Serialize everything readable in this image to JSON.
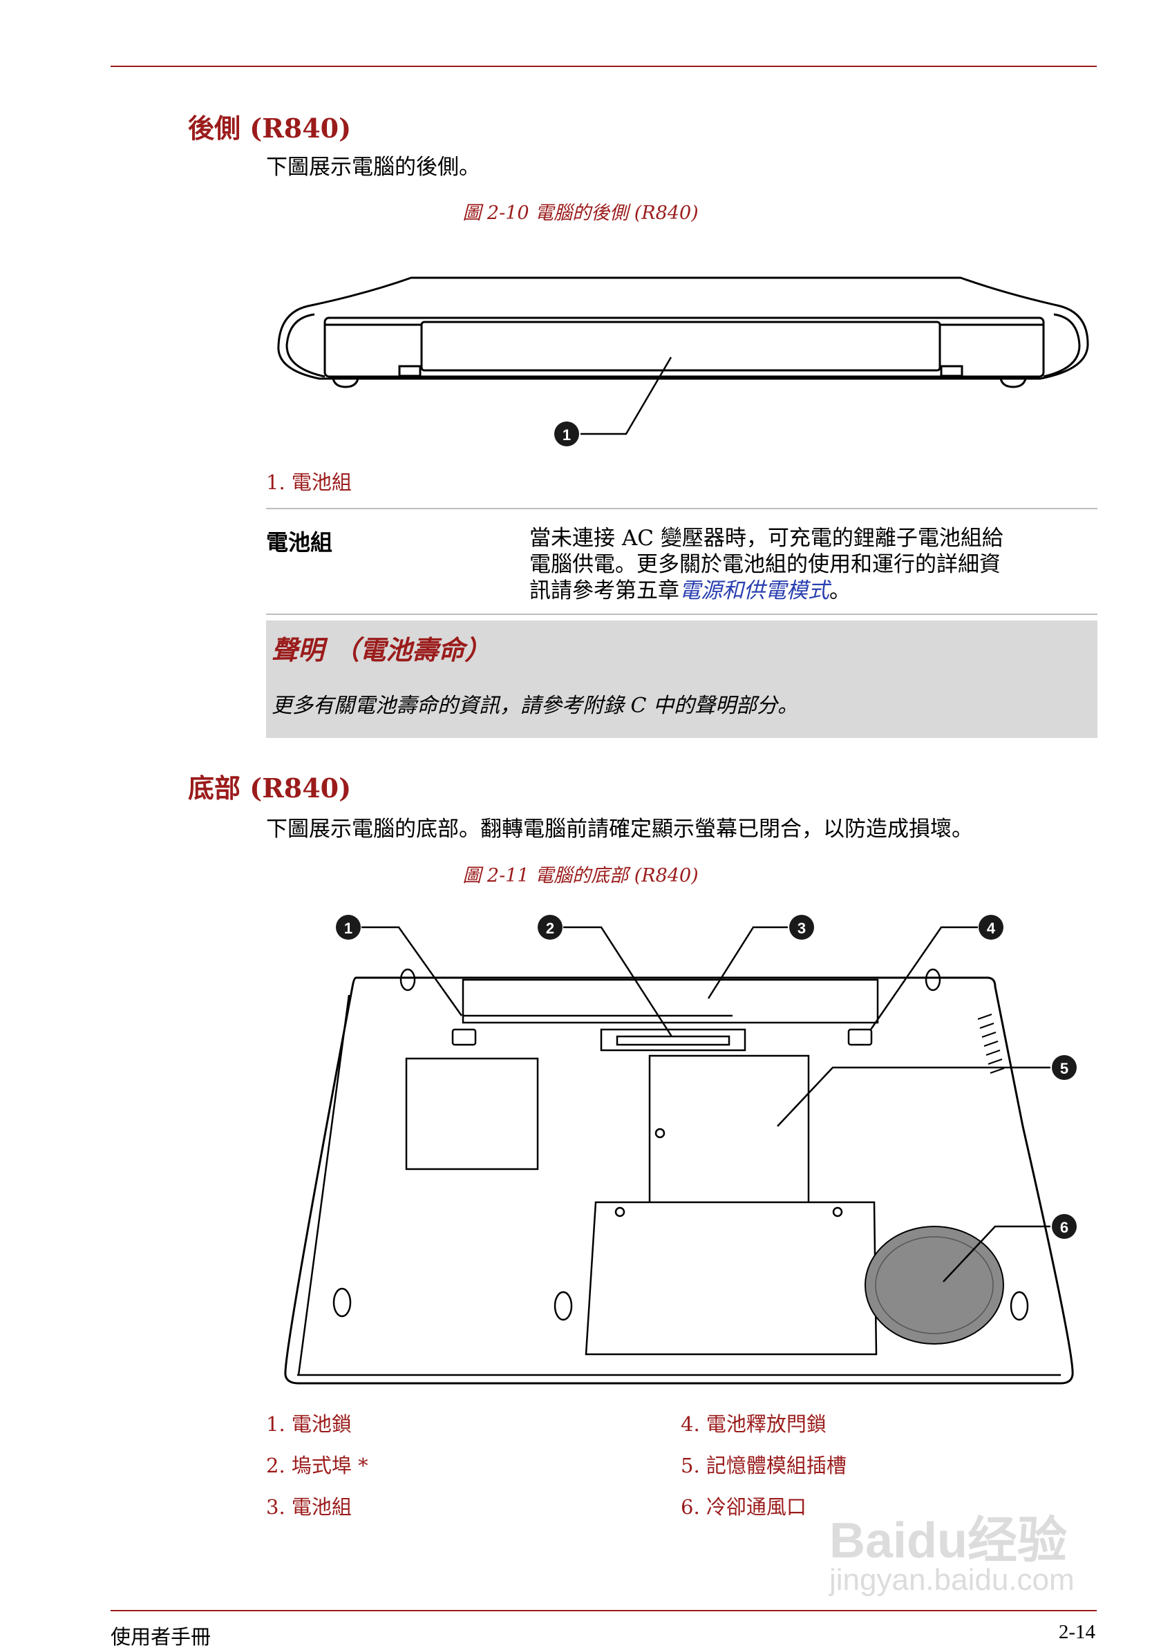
{
  "section_rear": {
    "heading": "後側 (R840)",
    "intro": "下圖展示電腦的後側。",
    "figure_caption": "圖 2-10 電腦的後側 (R840)",
    "callout": "1",
    "legend": [
      "1. 電池組"
    ]
  },
  "battery_table": {
    "term": "電池組",
    "desc_line1": "當未連接 AC 變壓器時，可充電的鋰離子電池組給",
    "desc_line2": "電腦供電。更多關於電池組的使用和運行的詳細資",
    "desc_line3_prefix": "訊請參考第五章",
    "desc_link": "電源和供電模式",
    "desc_line3_suffix": "。"
  },
  "note": {
    "title": "聲明 （電池壽命）",
    "body": "更多有關電池壽命的資訊，請參考附錄 C 中的聲明部分。"
  },
  "section_bottom": {
    "heading": "底部 (R840)",
    "intro": "下圖展示電腦的底部。翻轉電腦前請確定顯示螢幕已閉合，以防造成損壞。",
    "figure_caption": "圖 2-11 電腦的底部 (R840)",
    "callouts": [
      "1",
      "2",
      "3",
      "4",
      "5",
      "6"
    ],
    "legend_left": [
      "1. 電池鎖",
      "2. 塢式埠 *",
      "3. 電池組"
    ],
    "legend_right": [
      "4. 電池釋放閂鎖",
      "5. 記憶體模組插槽",
      "6. 冷卻通風口"
    ]
  },
  "footer": {
    "left": "使用者手冊",
    "right": "2-14"
  },
  "watermark": {
    "brand": "Baidu经验",
    "url": "jingyan.baidu.com"
  }
}
